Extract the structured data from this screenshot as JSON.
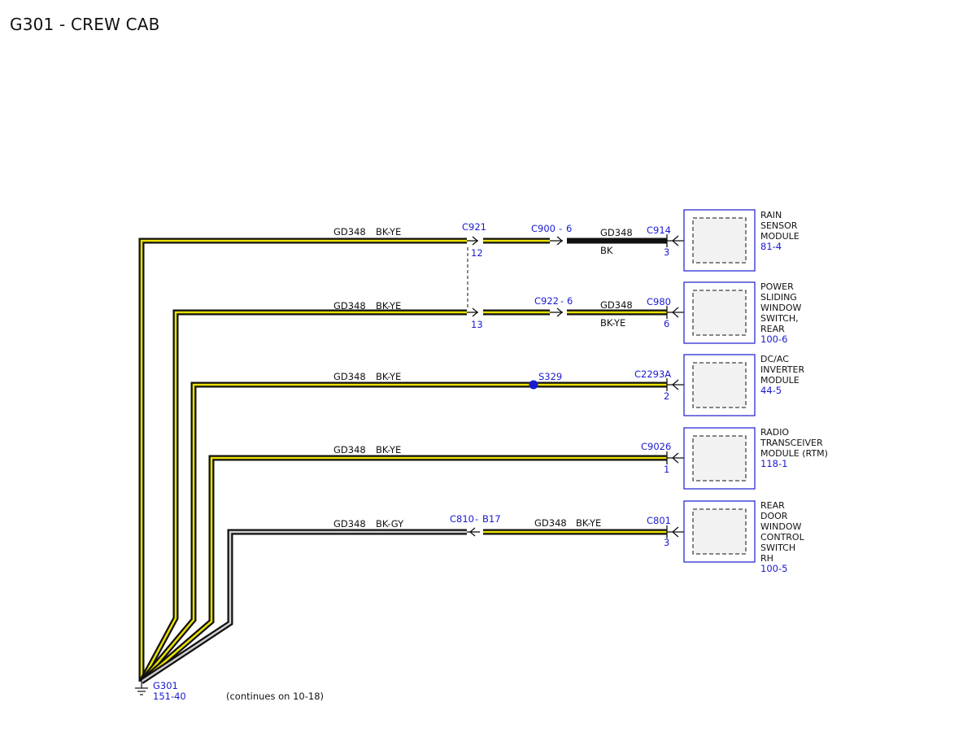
{
  "title": "G301 - CREW CAB",
  "ground": {
    "name": "G301",
    "ref": "151-40",
    "note": "(continues on 10-18)"
  },
  "colors": {
    "wire_yellow": "#e8e000",
    "wire_black": "#111111",
    "wire_gray": "#cfcfcf",
    "ref_blue": "#1a1ad0",
    "module_fill": "#f2f2f2"
  },
  "circuits": [
    {
      "left_circuit": "GD348",
      "left_color": "BK-YE",
      "inline_connector": "C921",
      "inline_pin": "12",
      "inline_connector2": "C900",
      "inline_pin2": "6",
      "right_circuit": "GD348",
      "right_color": "BK",
      "connector": "C914",
      "pin": "3"
    },
    {
      "left_circuit": "GD348",
      "left_color": "BK-YE",
      "inline_pin": "13",
      "inline_connector2": "C922",
      "inline_pin2": "6",
      "right_circuit": "GD348",
      "right_color": "BK-YE",
      "connector": "C980",
      "pin": "6"
    },
    {
      "left_circuit": "GD348",
      "left_color": "BK-YE",
      "splice": "S329",
      "connector": "C2293A",
      "pin": "2"
    },
    {
      "left_circuit": "GD348",
      "left_color": "BK-YE",
      "connector": "C9026",
      "pin": "1"
    },
    {
      "left_circuit": "GD348",
      "left_color": "BK-GY",
      "inline_connector2": "C810",
      "inline_pin2": "B17",
      "right_circuit": "GD348",
      "right_color": "BK-YE",
      "connector": "C801",
      "pin": "3"
    }
  ],
  "modules": [
    {
      "lines": [
        "RAIN",
        "SENSOR",
        "MODULE"
      ],
      "ref": "81-4"
    },
    {
      "lines": [
        "POWER",
        "SLIDING",
        "WINDOW",
        "SWITCH,",
        "REAR"
      ],
      "ref": "100-6"
    },
    {
      "lines": [
        "DC/AC",
        "INVERTER",
        "MODULE"
      ],
      "ref": "44-5"
    },
    {
      "lines": [
        "RADIO",
        "TRANSCEIVER",
        "MODULE (RTM)"
      ],
      "ref": "118-1"
    },
    {
      "lines": [
        "REAR",
        "DOOR",
        "WINDOW",
        "CONTROL",
        "SWITCH",
        "RH"
      ],
      "ref": "100-5"
    }
  ]
}
